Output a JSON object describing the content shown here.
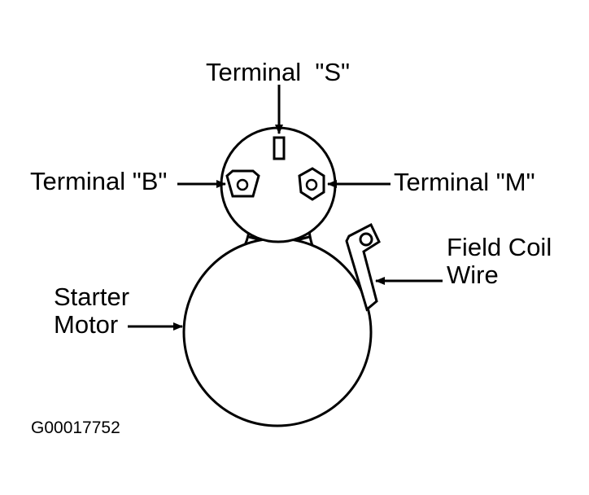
{
  "labels": {
    "terminal_s": "Terminal  \"S\"",
    "terminal_b": "Terminal \"B\"",
    "terminal_m": "Terminal \"M\"",
    "field_coil_wire_line1": "Field Coil",
    "field_coil_wire_line2": "Wire",
    "starter_motor_line1": "Starter",
    "starter_motor_line2": "Motor",
    "figure_code": "G00017752"
  },
  "colors": {
    "line": "#000000",
    "background": "#ffffff"
  }
}
